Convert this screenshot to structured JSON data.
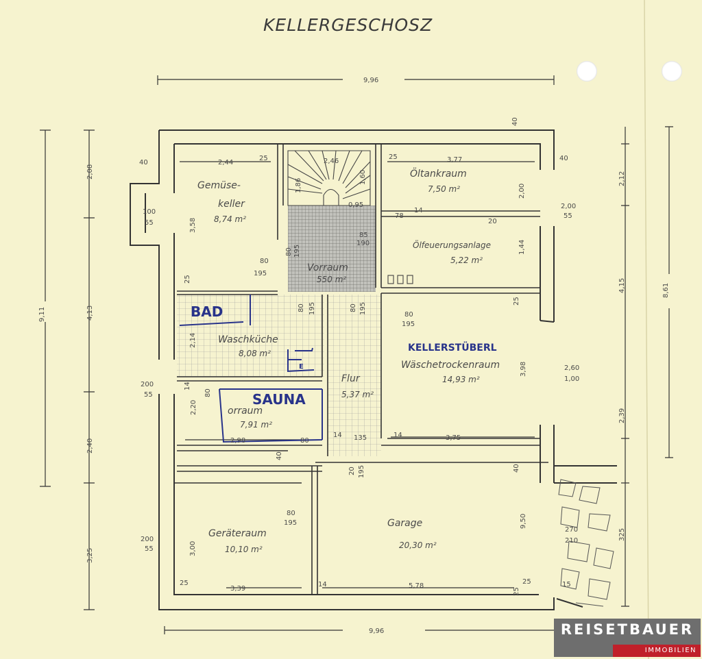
{
  "title": "KELLERGESCHOSZ",
  "logo": {
    "name": "REISETBAUER",
    "sub": "IMMOBILIEN"
  },
  "rooms": {
    "gemuese_l1": "Gemüse-",
    "gemuese_l2": "keller",
    "gemuese_area": "8,74 m²",
    "oeltank": "Öltankraum",
    "oeltank_area": "7,50 m²",
    "feuerung": "Ölfeuerungsanlage",
    "feuerung_area": "5,22 m²",
    "vorraum": "Vorraum",
    "vorraum_area": "550 m²",
    "waschkueche": "Waschküche",
    "waschkueche_area": "8,08 m²",
    "waeschetrocken": "Wäschetrockenraum",
    "waeschetrocken_area": "14,93 m²",
    "flur": "Flur",
    "flur_area": "5,37 m²",
    "vorraum2": "orraum",
    "vorraum2_area": "7,91 m²",
    "geraete": "Geräteraum",
    "geraete_area": "10,10 m²",
    "garage": "Garage",
    "garage_area": "20,30 m²"
  },
  "handwritten": {
    "bad": "BAD",
    "sauna": "SAUNA",
    "kellerstueberl": "KELLERSTÜBERL",
    "e": "E"
  },
  "dims": {
    "top_total": "9,96",
    "bottom_total": "9,96",
    "left_total": "9,11",
    "right_total": "8,61",
    "l_208": "2,08",
    "l_413": "4,13",
    "l_240": "2,40",
    "l_325": "3,25",
    "r_212": "2,12",
    "r_415": "4,15",
    "r_239": "2,39",
    "r_325": "325",
    "d_244": "2,44",
    "d_25a": "25",
    "d_40a": "40",
    "d_246": "2,46",
    "d_377": "3,77",
    "d_25b": "25",
    "d_40b": "40",
    "d_40c": "40",
    "d_186": "1,86",
    "d_160": "1,60",
    "d_095": "0,95",
    "d_200a": "2,00",
    "d_200b": "2,00",
    "d_100": "100",
    "d_55a": "55",
    "d_55b": "55",
    "d_358": "3,58",
    "d_85": "85",
    "d_190": "190",
    "d_80a": "80",
    "d_195a": "195",
    "d_144": "1,44",
    "d_14a": "14",
    "d_20": "20",
    "d_78": "78",
    "d_80b": "80",
    "d_195b": "195",
    "d_80c": "80",
    "d_195c": "195",
    "d_80d": "80",
    "d_195d": "195",
    "d_80e": "80",
    "d_195e": "195",
    "d_25c": "25",
    "d_25d": "25",
    "d_214": "2,14",
    "d_200c": "200",
    "d_55c": "55",
    "d_220": "2,20",
    "d_14b": "14",
    "d_80f": "80",
    "d_398": "3,98",
    "d_260": "2,60",
    "d_100b": "1,00",
    "d_298": "2,98",
    "d_80g": "80",
    "d_14c": "14",
    "d_135": "135",
    "d_14d": "14",
    "d_375": "3,75",
    "d_40d": "40",
    "d_20b": "20",
    "d_195f": "195",
    "d_40e": "40",
    "d_80h": "80",
    "d_195g": "195",
    "d_300": "3,00",
    "d_950": "9,50",
    "d_270": "270",
    "d_210": "210",
    "d_200d": "200",
    "d_55d": "55",
    "d_25e": "25",
    "d_339": "3,39",
    "d_14e": "14",
    "d_578": "5,78",
    "d_25f": "25",
    "d_15": "15",
    "d_25g": "25"
  }
}
